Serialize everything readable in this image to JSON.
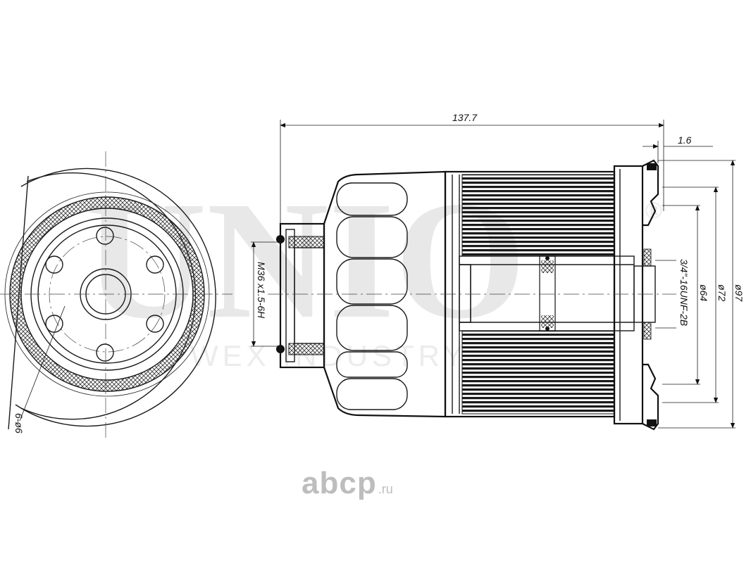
{
  "drawing": {
    "dimensions": {
      "overall_length": "137.7",
      "offset": "1.6",
      "thread": "M36 x1.5-6H",
      "hole_pattern": "6-ø6",
      "inner_diameter": "ø64",
      "thread_unf": "3/4\"-16UNF-2B",
      "gasket_diameter": "ø72",
      "outer_diameter": "ø97"
    },
    "watermark": {
      "brand": "UNIO",
      "registered": "®",
      "subline": "WEX INDUSTRY"
    }
  },
  "logo": {
    "name": "abcp",
    "tld": ".ru"
  }
}
